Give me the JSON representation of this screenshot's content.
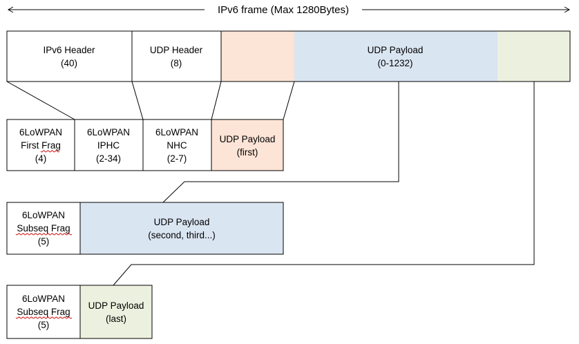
{
  "frame": {
    "title": "IPv6 frame (Max 1280Bytes)"
  },
  "ipv6_packet": {
    "ipv6_header": {
      "line1": "IPv6 Header",
      "line2": "(40)"
    },
    "udp_header": {
      "line1": "UDP Header",
      "line2": "(8)"
    },
    "udp_payload": {
      "line1": "UDP Payload",
      "line2": "(0-1232)"
    }
  },
  "first_fragment": {
    "frag_header": {
      "line1": "6LoWPAN",
      "line2": "First Frag",
      "line3": "(4)"
    },
    "iphc": {
      "line1": "6LoWPAN",
      "line2": "IPHC",
      "line3": "(2-34)"
    },
    "nhc": {
      "line1": "6LoWPAN",
      "line2": "NHC",
      "line3": "(2-7)"
    },
    "payload": {
      "line1": "UDP Payload",
      "line2": "(first)"
    }
  },
  "subsequent_fragment": {
    "frag_header": {
      "line1": "6LoWPAN",
      "line2": "Subseq Frag",
      "line3": "(5)"
    },
    "payload": {
      "line1": "UDP Payload",
      "line2": "(second, third...)"
    }
  },
  "last_fragment": {
    "frag_header": {
      "line1": "6LoWPAN",
      "line2": "Subseq Frag",
      "line3": "(5)"
    },
    "payload": {
      "line1": "UDP Payload",
      "line2": "(last)"
    }
  },
  "colors": {
    "first_payload": "#fce4d6",
    "middle_payload": "#dae5f2",
    "last_payload": "#ebf1de",
    "border": "#000000"
  }
}
